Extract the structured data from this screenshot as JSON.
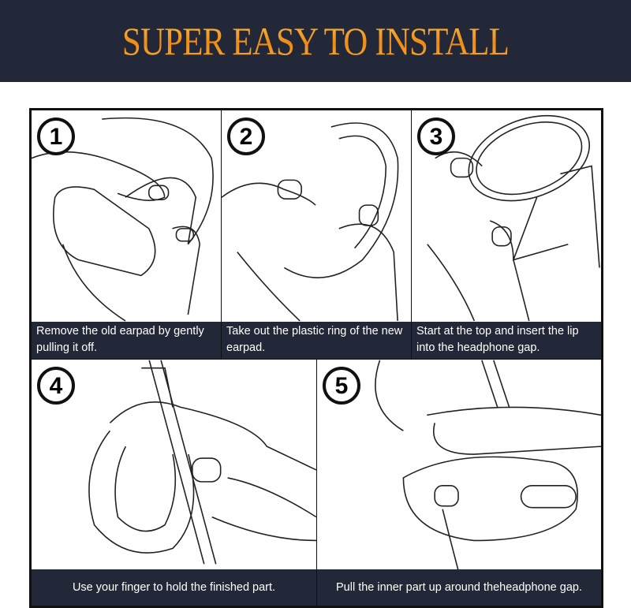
{
  "header": {
    "title": "SUPER EASY TO INSTALL",
    "title_color": "#F39A1E",
    "background": "#232838"
  },
  "steps": [
    {
      "number": "1",
      "caption": "Remove the old earpad by gently pulling it off."
    },
    {
      "number": "2",
      "caption": "Take out the plastic ring of the new earpad."
    },
    {
      "number": "3",
      "caption": "Start at the top and insert the lip into the headphone gap."
    },
    {
      "number": "4",
      "caption": "Use your finger to hold the finished part."
    },
    {
      "number": "5",
      "caption": "Pull the inner part up around theheadphone gap."
    }
  ]
}
